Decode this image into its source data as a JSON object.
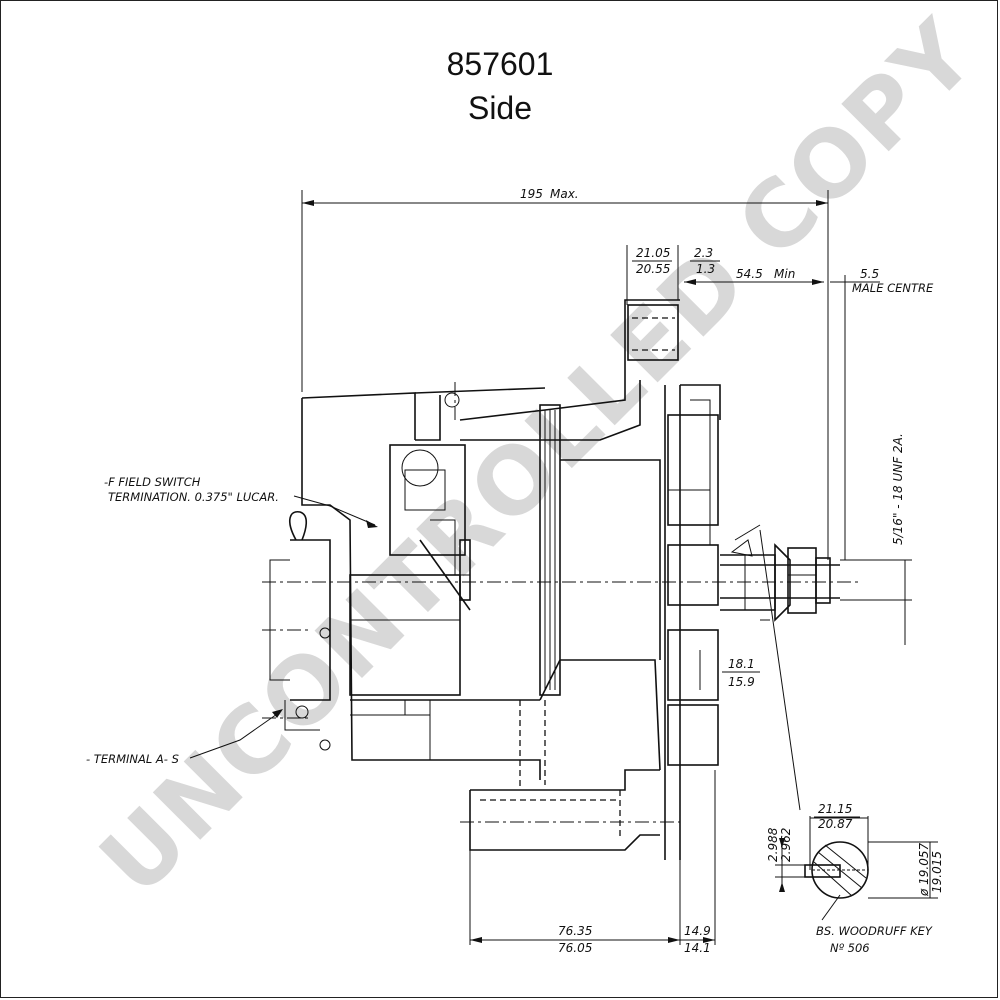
{
  "header": {
    "part_number": "857601",
    "view": "Side"
  },
  "watermark": "UNCONTROLLED COPY",
  "dimensions": {
    "overall_length": "195",
    "overall_length_qual": "Max.",
    "d_21_05": "21.05",
    "d_20_55": "20.55",
    "d_2_3": "2.3",
    "d_1_3": "1.3",
    "d_54_5": "54.5",
    "d_54_5_qual": "Min",
    "d_5_5": "5.5",
    "d_5_5_note": "MALE CENTRE",
    "thread": "5/16\" - 18 UNF 2A.",
    "d_18_1": "18.1",
    "d_15_9": "15.9",
    "d_76_35": "76.35",
    "d_76_05": "76.05",
    "d_14_9": "14.9",
    "d_14_1": "14.1",
    "d_21_15": "21.15",
    "d_20_87": "20.87",
    "d_2_988": "2.988",
    "d_2_962": "2.962",
    "d_19_057": "ø 19.057",
    "d_19_015": "19.015"
  },
  "notes": {
    "field_switch_line1": "-F  FIELD SWITCH",
    "field_switch_line2": "TERMINATION. 0.375\" LUCAR.",
    "terminal": "- TERMINAL A- S",
    "key_line1": "BS. WOODRUFF KEY",
    "key_line2": "Nº 506"
  }
}
